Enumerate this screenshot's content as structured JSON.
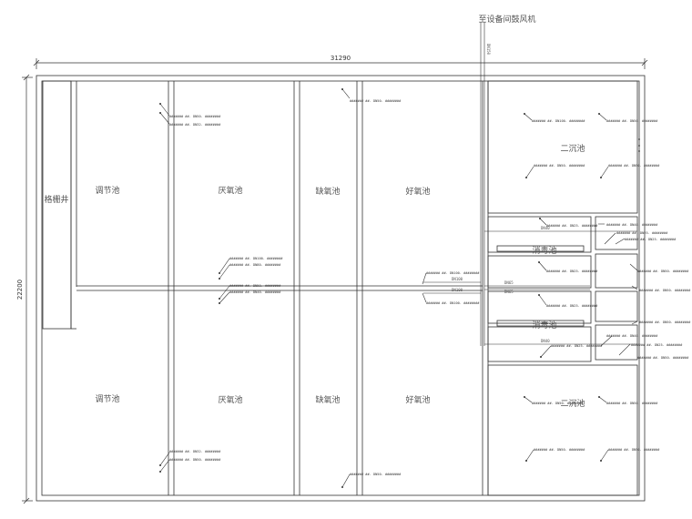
{
  "title": "至设备间鼓风机",
  "dimensions": {
    "width": "31290",
    "height": "22200"
  },
  "rooms": {
    "grille_well": "格栅井",
    "regulating_top": "调节池",
    "regulating_bottom": "调节池",
    "anaerobic_top": "厌氧池",
    "anaerobic_bottom": "厌氧池",
    "anoxic_top": "缺氧池",
    "anoxic_bottom": "缺氧池",
    "aerobic_top": "好氧池",
    "aerobic_bottom": "好氧池",
    "secondary_top": "二沉池",
    "secondary_bottom": "二沉池",
    "disinfection_top": "消毒池",
    "disinfection_bottom": "消毒池"
  },
  "pipes": {
    "p1": "DN150",
    "p2": "DN100",
    "p3": "DN100",
    "p4": "DN65",
    "p5": "DN65",
    "p6": "DN40",
    "p7": "DN40"
  },
  "tags": {
    "t1": "####### ##. DN50. ########",
    "t2": "####### ##. DN32. ########",
    "t3": "####### ##. DN50. ########",
    "t4": "####### ##. DN100. ########",
    "t5": "####### ##. DN80. ########",
    "t6": "####### ##. DN50. ########",
    "t7": "####### ##. DN40. ########",
    "t8": "####### ##. DN100. ########",
    "t9": "####### ##. DN100. ########",
    "t10": "####### ##. DN100. ########",
    "t11": "####### ##. DN50. ########",
    "t12": "####### ##. DN50. ########",
    "t13": "####### ##. DN25. ########",
    "t14": "####### ##. DN40. ########",
    "t15": "####### ##. DN25. ########",
    "t16": "####### ##. DN25. ########",
    "t17": "####### ##. DN25. ########",
    "t18": "####### ##. DN25. ########",
    "t19": "####### ##. DN40. ########",
    "t20": "####### ##. DN25. ########",
    "t21": "####### ##. DN25. ########",
    "t22": "####### ##. DN32. ########",
    "t23": "####### ##. DN50. ########",
    "t24": "####### ##. DN50. ########",
    "t25": "####### ##. DN50. ########",
    "t26": "####### ##. DN50. ########",
    "t27": "####### ##. DN50. ########",
    "t28": "####### ##. DN50. ########",
    "t29": "####### ##. DN50. ########",
    "t30": "####### ##. DN50. ########",
    "t31": "####### ##. DN50. ########",
    "t32": "####### ##. DN50. ########"
  }
}
